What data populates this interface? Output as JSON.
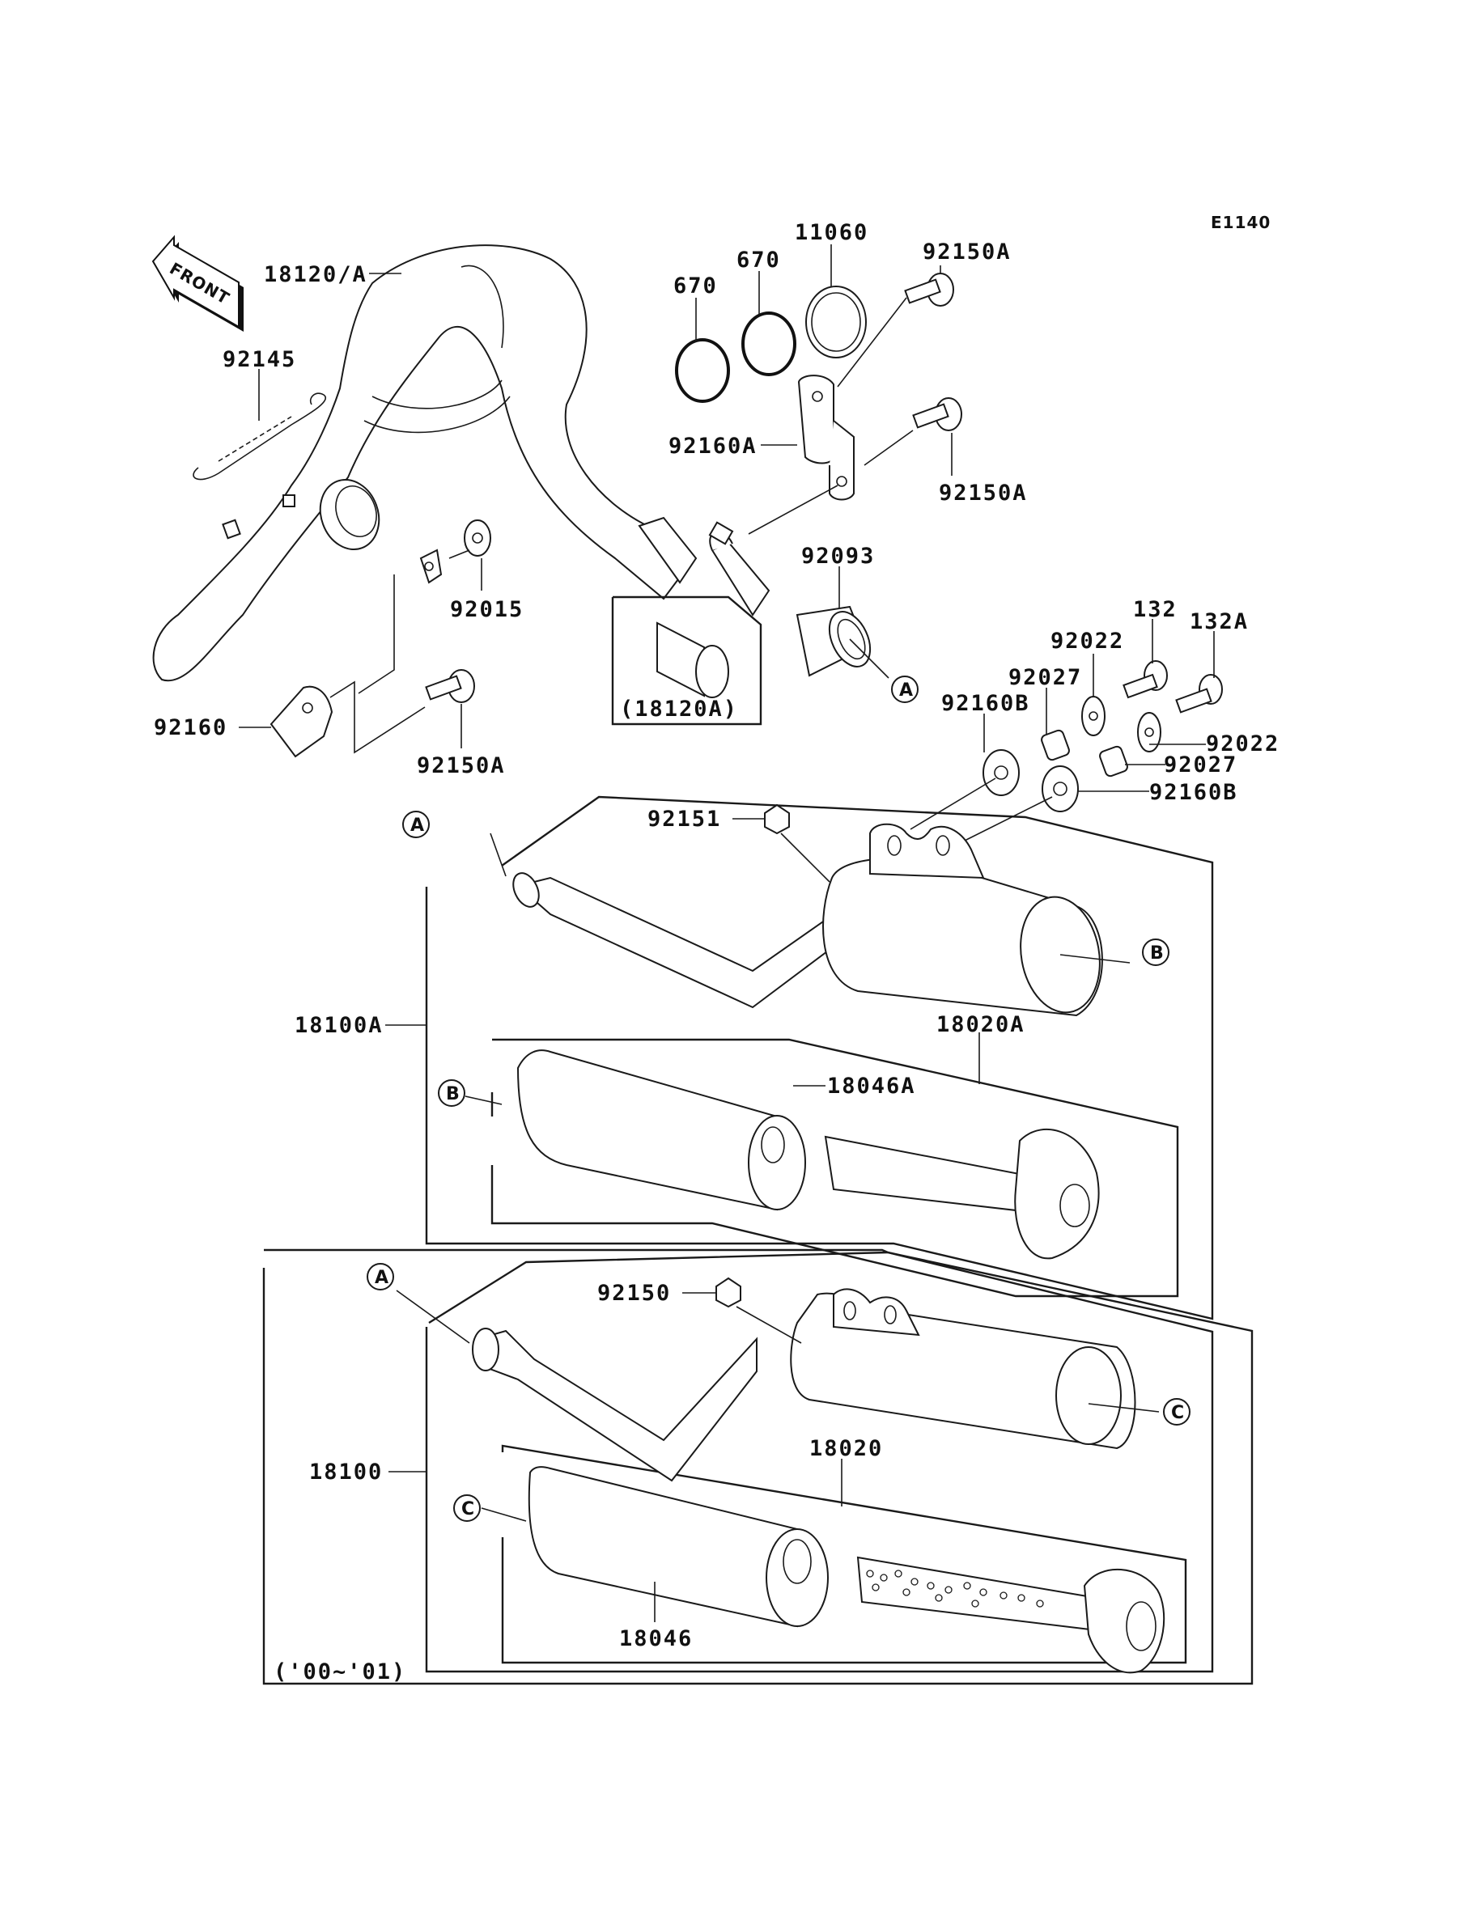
{
  "diagram": {
    "title": "Muffler(s) exploded parts diagram",
    "figure_code": "E1140",
    "front_indicator": "FRONT",
    "parts": [
      {
        "id": "p18120A",
        "number": "18120/A",
        "name": "expansion-chamber"
      },
      {
        "id": "p92145",
        "number": "92145",
        "name": "spring"
      },
      {
        "id": "p670a",
        "number": "670",
        "name": "o-ring"
      },
      {
        "id": "p670b",
        "number": "670",
        "name": "o-ring"
      },
      {
        "id": "p11060",
        "number": "11060",
        "name": "gasket"
      },
      {
        "id": "p92150A_top",
        "number": "92150A",
        "name": "bolt"
      },
      {
        "id": "p92160A",
        "number": "92160A",
        "name": "damper-bracket"
      },
      {
        "id": "p92150A_mid",
        "number": "92150A",
        "name": "bolt"
      },
      {
        "id": "p92015",
        "number": "92015",
        "name": "nut"
      },
      {
        "id": "p92160",
        "number": "92160",
        "name": "damper"
      },
      {
        "id": "p92150A_low",
        "number": "92150A",
        "name": "bolt"
      },
      {
        "id": "p18120A_alt",
        "number": "(18120A)",
        "name": "chamber-variant-inset"
      },
      {
        "id": "p92093",
        "number": "92093",
        "name": "seal-joint"
      },
      {
        "id": "p132",
        "number": "132",
        "name": "bolt"
      },
      {
        "id": "p132A",
        "number": "132A",
        "name": "bolt"
      },
      {
        "id": "p92022a",
        "number": "92022",
        "name": "washer"
      },
      {
        "id": "p92027a",
        "number": "92027",
        "name": "collar"
      },
      {
        "id": "p92160Ba",
        "number": "92160B",
        "name": "damper"
      },
      {
        "id": "p92022b",
        "number": "92022",
        "name": "washer"
      },
      {
        "id": "p92027b",
        "number": "92027",
        "name": "collar"
      },
      {
        "id": "p92160Bb",
        "number": "92160B",
        "name": "damper"
      },
      {
        "id": "p92151",
        "number": "92151",
        "name": "bolt"
      },
      {
        "id": "p18100A",
        "number": "18100A",
        "name": "muffler-assembly"
      },
      {
        "id": "p18020A",
        "number": "18020A",
        "name": "silencer-kit"
      },
      {
        "id": "p18046A",
        "number": "18046A",
        "name": "packing"
      },
      {
        "id": "p92150",
        "number": "92150",
        "name": "bolt"
      },
      {
        "id": "p18100",
        "number": "18100",
        "name": "muffler-assembly"
      },
      {
        "id": "p18020",
        "number": "18020",
        "name": "silencer-kit"
      },
      {
        "id": "p18046",
        "number": "18046",
        "name": "packing"
      }
    ],
    "callouts": {
      "A": "A",
      "B": "B",
      "C": "C"
    },
    "model_years_note": "('00~'01)"
  }
}
